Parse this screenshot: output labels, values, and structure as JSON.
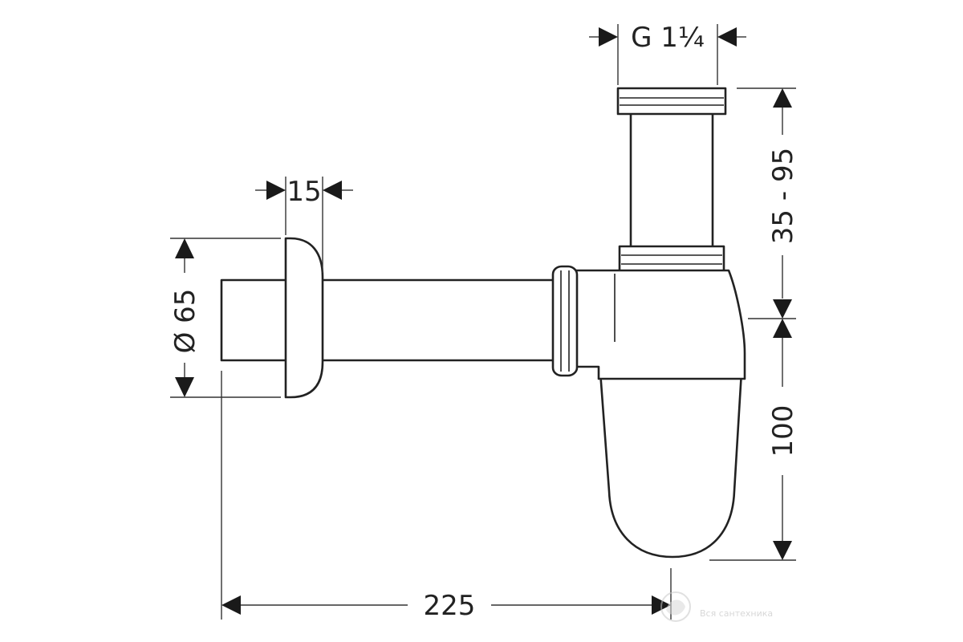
{
  "dimensions": {
    "thread": "G 1¼",
    "flange_depth": "15",
    "diameter": "Ø 65",
    "height_adjust": "35 - 95",
    "trap_height": "100",
    "length": "225"
  },
  "watermark": {
    "text": "Вся сантехника"
  },
  "colors": {
    "line": "#222222",
    "background": "#ffffff",
    "watermark": "#b8b8b8"
  }
}
